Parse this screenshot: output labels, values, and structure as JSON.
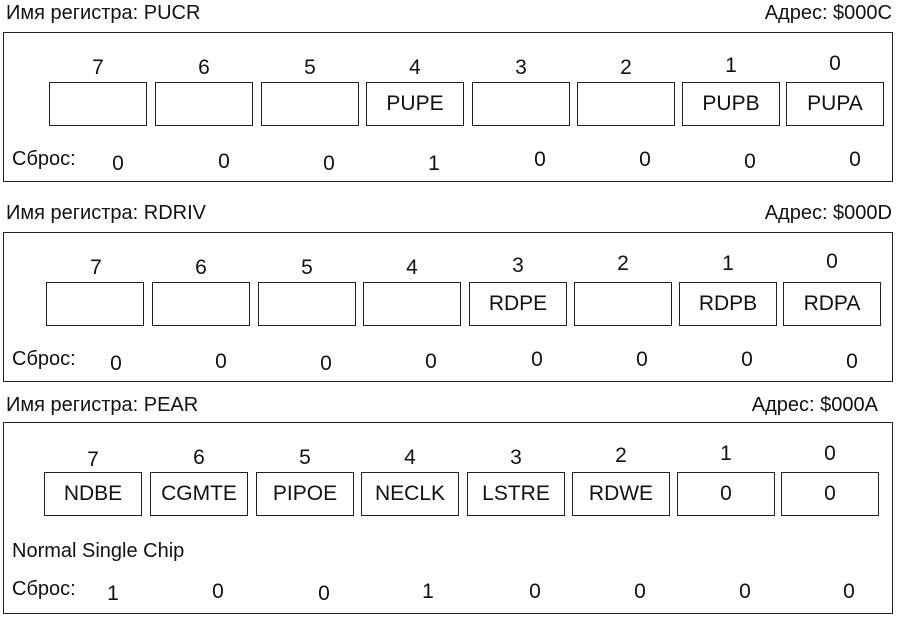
{
  "registers": [
    {
      "name_label": "Имя регистра: PUCR",
      "address_label": "Адрес: $000C",
      "bit_numbers": [
        "7",
        "6",
        "5",
        "4",
        "3",
        "2",
        "1",
        "0"
      ],
      "bits": [
        "",
        "",
        "",
        "PUPE",
        "",
        "",
        "PUPB",
        "PUPA"
      ],
      "reset_label": "Сброс:",
      "reset_values": [
        "0",
        "0",
        "0",
        "1",
        "0",
        "0",
        "0",
        "0"
      ],
      "mode_label": ""
    },
    {
      "name_label": "Имя регистра: RDRIV",
      "address_label": "Адрес: $000D",
      "bit_numbers": [
        "7",
        "6",
        "5",
        "4",
        "3",
        "2",
        "1",
        "0"
      ],
      "bits": [
        "",
        "",
        "",
        "",
        "RDPE",
        "",
        "RDPB",
        "RDPA"
      ],
      "reset_label": "Сброс:",
      "reset_values": [
        "0",
        "0",
        "0",
        "0",
        "0",
        "0",
        "0",
        "0"
      ],
      "mode_label": ""
    },
    {
      "name_label": "Имя регистра: PEAR",
      "address_label": "Адрес: $000A",
      "bit_numbers": [
        "7",
        "6",
        "5",
        "4",
        "3",
        "2",
        "1",
        "0"
      ],
      "bits": [
        "NDBE",
        "CGMTE",
        "PIPOE",
        "NECLK",
        "LSTRE",
        "RDWE",
        "0",
        "0"
      ],
      "reset_label": "Сброс:",
      "reset_values": [
        "1",
        "0",
        "0",
        "1",
        "0",
        "0",
        "0",
        "0"
      ],
      "mode_label": "Normal Single Chip"
    }
  ]
}
